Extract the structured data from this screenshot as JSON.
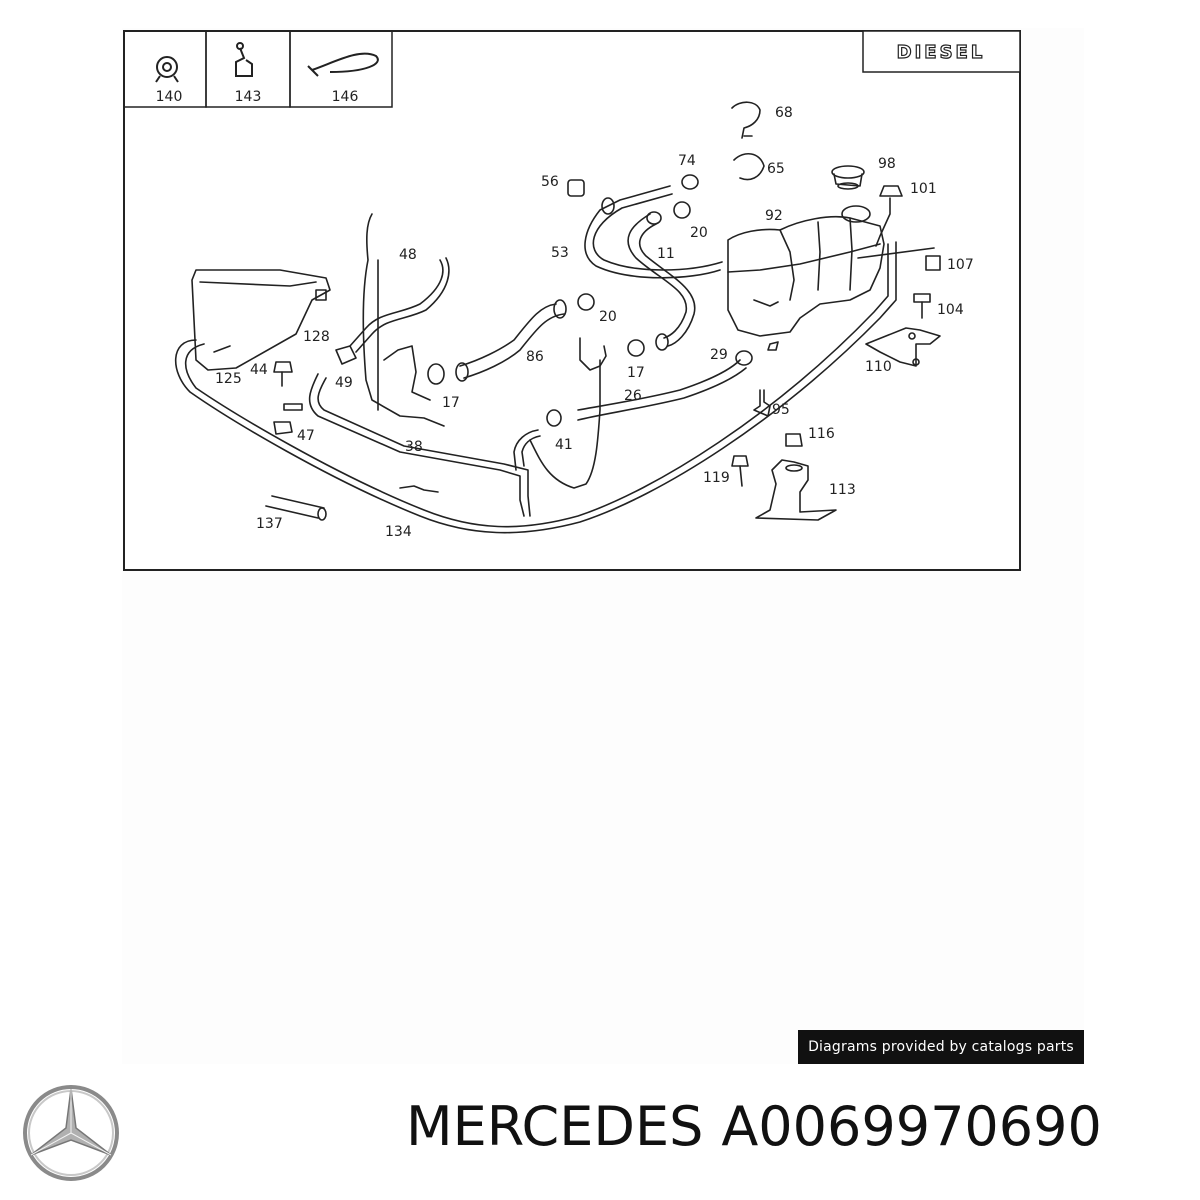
{
  "diagram": {
    "variant_badge": "DIESEL",
    "legend": [
      {
        "number": "140"
      },
      {
        "number": "143"
      },
      {
        "number": "146"
      }
    ],
    "callouts": [
      "68",
      "74",
      "65",
      "98",
      "56",
      "101",
      "92",
      "20",
      "53",
      "11",
      "107",
      "48",
      "104",
      "128",
      "20",
      "86",
      "29",
      "110",
      "17",
      "44",
      "125",
      "49",
      "26",
      "17",
      "95",
      "116",
      "47",
      "41",
      "38",
      "119",
      "113",
      "137",
      "134"
    ]
  },
  "credit": {
    "text": "Diagrams provided by catalogs parts"
  },
  "brand": {
    "name": "MERCEDES",
    "part_number": "A0069970690",
    "logo_icon": "mercedes-star-icon"
  }
}
